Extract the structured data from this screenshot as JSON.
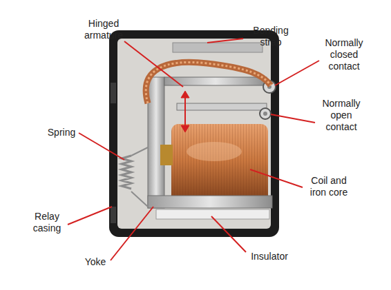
{
  "diagram": {
    "labels": [
      "Hinged armature",
      "Bonding strap",
      "Normally closed contact",
      "Normally open contact",
      "Spring",
      "Coil and iron core",
      "Relay casing",
      "Yoke",
      "Insulator"
    ]
  }
}
